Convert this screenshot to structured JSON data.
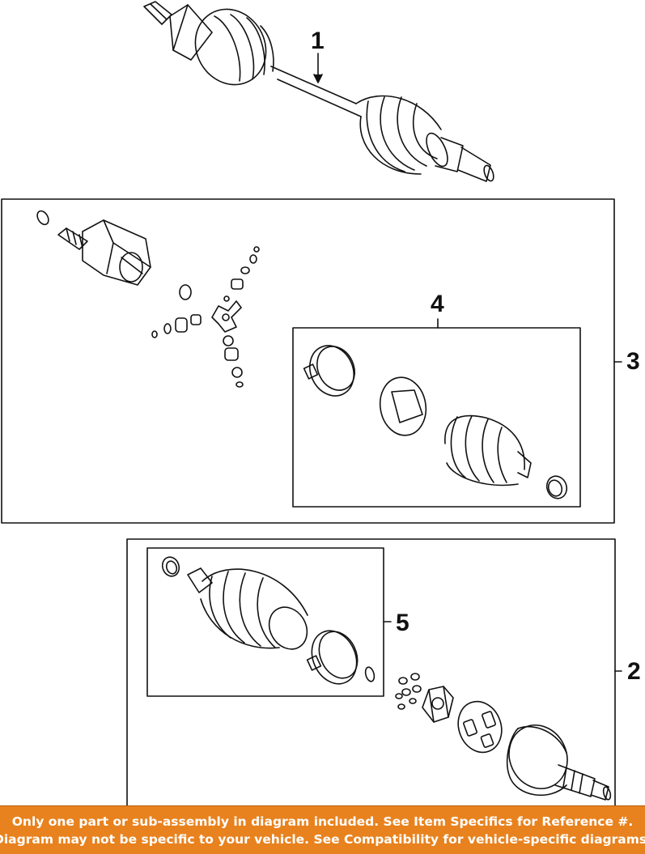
{
  "callouts": {
    "c1": "1",
    "c2": "2",
    "c3": "3",
    "c4": "4",
    "c5": "5"
  },
  "banner": {
    "line1": "Only one part or sub-assembly in diagram included. See Item Specifics for Reference #.",
    "line2": "Diagram may not be specific to your vehicle. See Compatibility for vehicle-specific diagrams."
  },
  "colors": {
    "banner_bg": "#e8821e",
    "banner_text": "#ffffff",
    "line_art": "#111111"
  }
}
